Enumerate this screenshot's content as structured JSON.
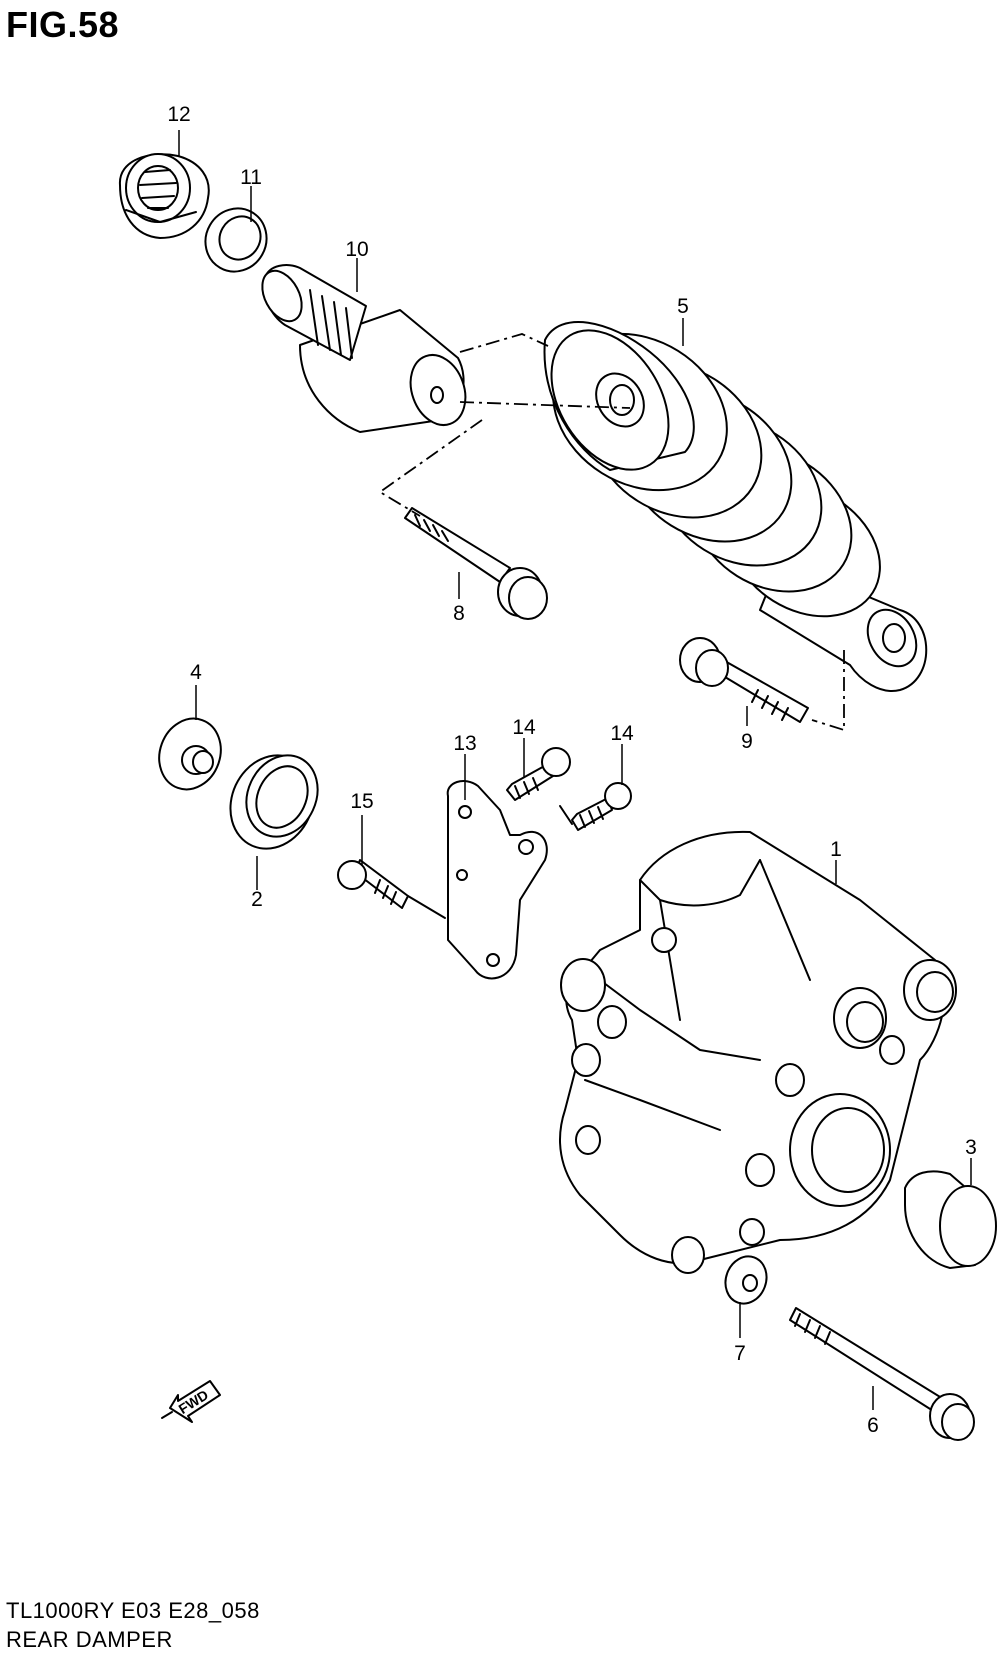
{
  "figure": {
    "title": "FIG.58",
    "model_code": "TL1000RY E03 E28_058",
    "name": "REAR DAMPER"
  },
  "parts": [
    {
      "num": "1",
      "part": "rotary-damper-body"
    },
    {
      "num": "2",
      "part": "bushing-seal"
    },
    {
      "num": "3",
      "part": "cap"
    },
    {
      "num": "4",
      "part": "washer-collar"
    },
    {
      "num": "5",
      "part": "rear-shock-absorber"
    },
    {
      "num": "6",
      "part": "long-bolt"
    },
    {
      "num": "7",
      "part": "washer"
    },
    {
      "num": "8",
      "part": "bolt"
    },
    {
      "num": "9",
      "part": "bolt"
    },
    {
      "num": "10",
      "part": "adjuster"
    },
    {
      "num": "11",
      "part": "ring"
    },
    {
      "num": "12",
      "part": "nut"
    },
    {
      "num": "13",
      "part": "bracket"
    },
    {
      "num": "14",
      "part": "bolt"
    },
    {
      "num": "14",
      "part": "bolt"
    },
    {
      "num": "15",
      "part": "bolt"
    }
  ],
  "direction_marker": {
    "label": "FWD",
    "icon": "forward-arrow-icon"
  }
}
